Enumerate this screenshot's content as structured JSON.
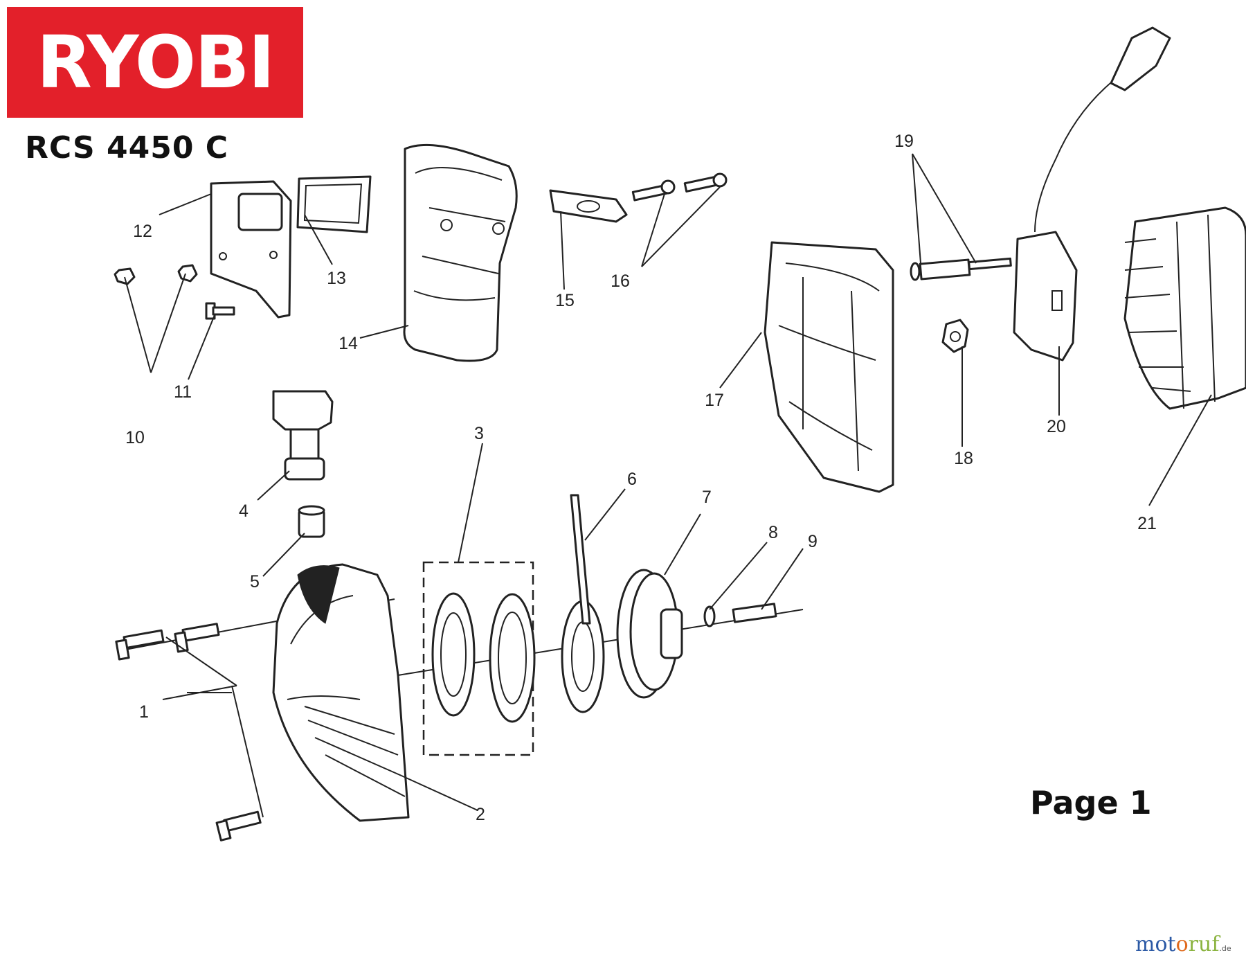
{
  "brand": {
    "name": "RYOBI",
    "color": "#e3202a"
  },
  "model": "RCS 4450 C",
  "page_label": "Page 1",
  "watermark": {
    "main": "motoruf",
    "suffix": ".de"
  },
  "callouts": [
    "1",
    "2",
    "3",
    "4",
    "5",
    "6",
    "7",
    "8",
    "9",
    "10",
    "11",
    "12",
    "13",
    "14",
    "15",
    "16",
    "17",
    "18",
    "19",
    "20",
    "21"
  ]
}
